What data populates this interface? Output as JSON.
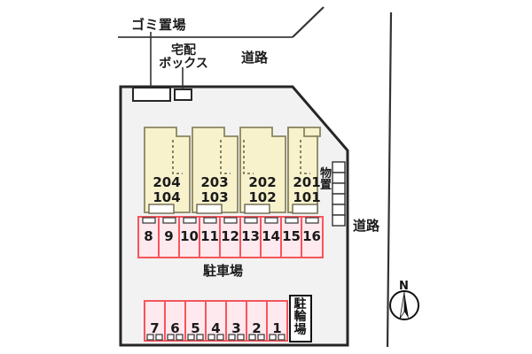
{
  "plan": {
    "title": "apartment-site-plan",
    "colors": {
      "site_fill": "#f2f2f2",
      "building_fill": "#f7f2cc",
      "building_stroke": "#8a8560",
      "stall_fill": "#fde9ee",
      "stall_stroke": "#f5565c",
      "outline": "#262626",
      "text": "#1a1a1a"
    },
    "annotations": {
      "trash_area": "ゴミ置場",
      "delivery_box_line1": "宅配",
      "delivery_box_line2": "ボックス",
      "road_top": "道路",
      "road_right": "道路",
      "parking_lot": "駐車場",
      "storage": [
        "物",
        "置"
      ],
      "bicycle_parking": [
        "駐",
        "輪",
        "場"
      ],
      "north": "N"
    },
    "buildings": [
      {
        "upper": "204",
        "lower": "104"
      },
      {
        "upper": "203",
        "lower": "103"
      },
      {
        "upper": "202",
        "lower": "102"
      },
      {
        "upper": "201",
        "lower": "101"
      }
    ],
    "parking_upper_row": [
      "8",
      "9",
      "10",
      "11",
      "12",
      "13",
      "14",
      "15",
      "16"
    ],
    "parking_lower_row": [
      "7",
      "6",
      "5",
      "4",
      "3",
      "2",
      "1"
    ],
    "storage_unit_count": 6
  }
}
